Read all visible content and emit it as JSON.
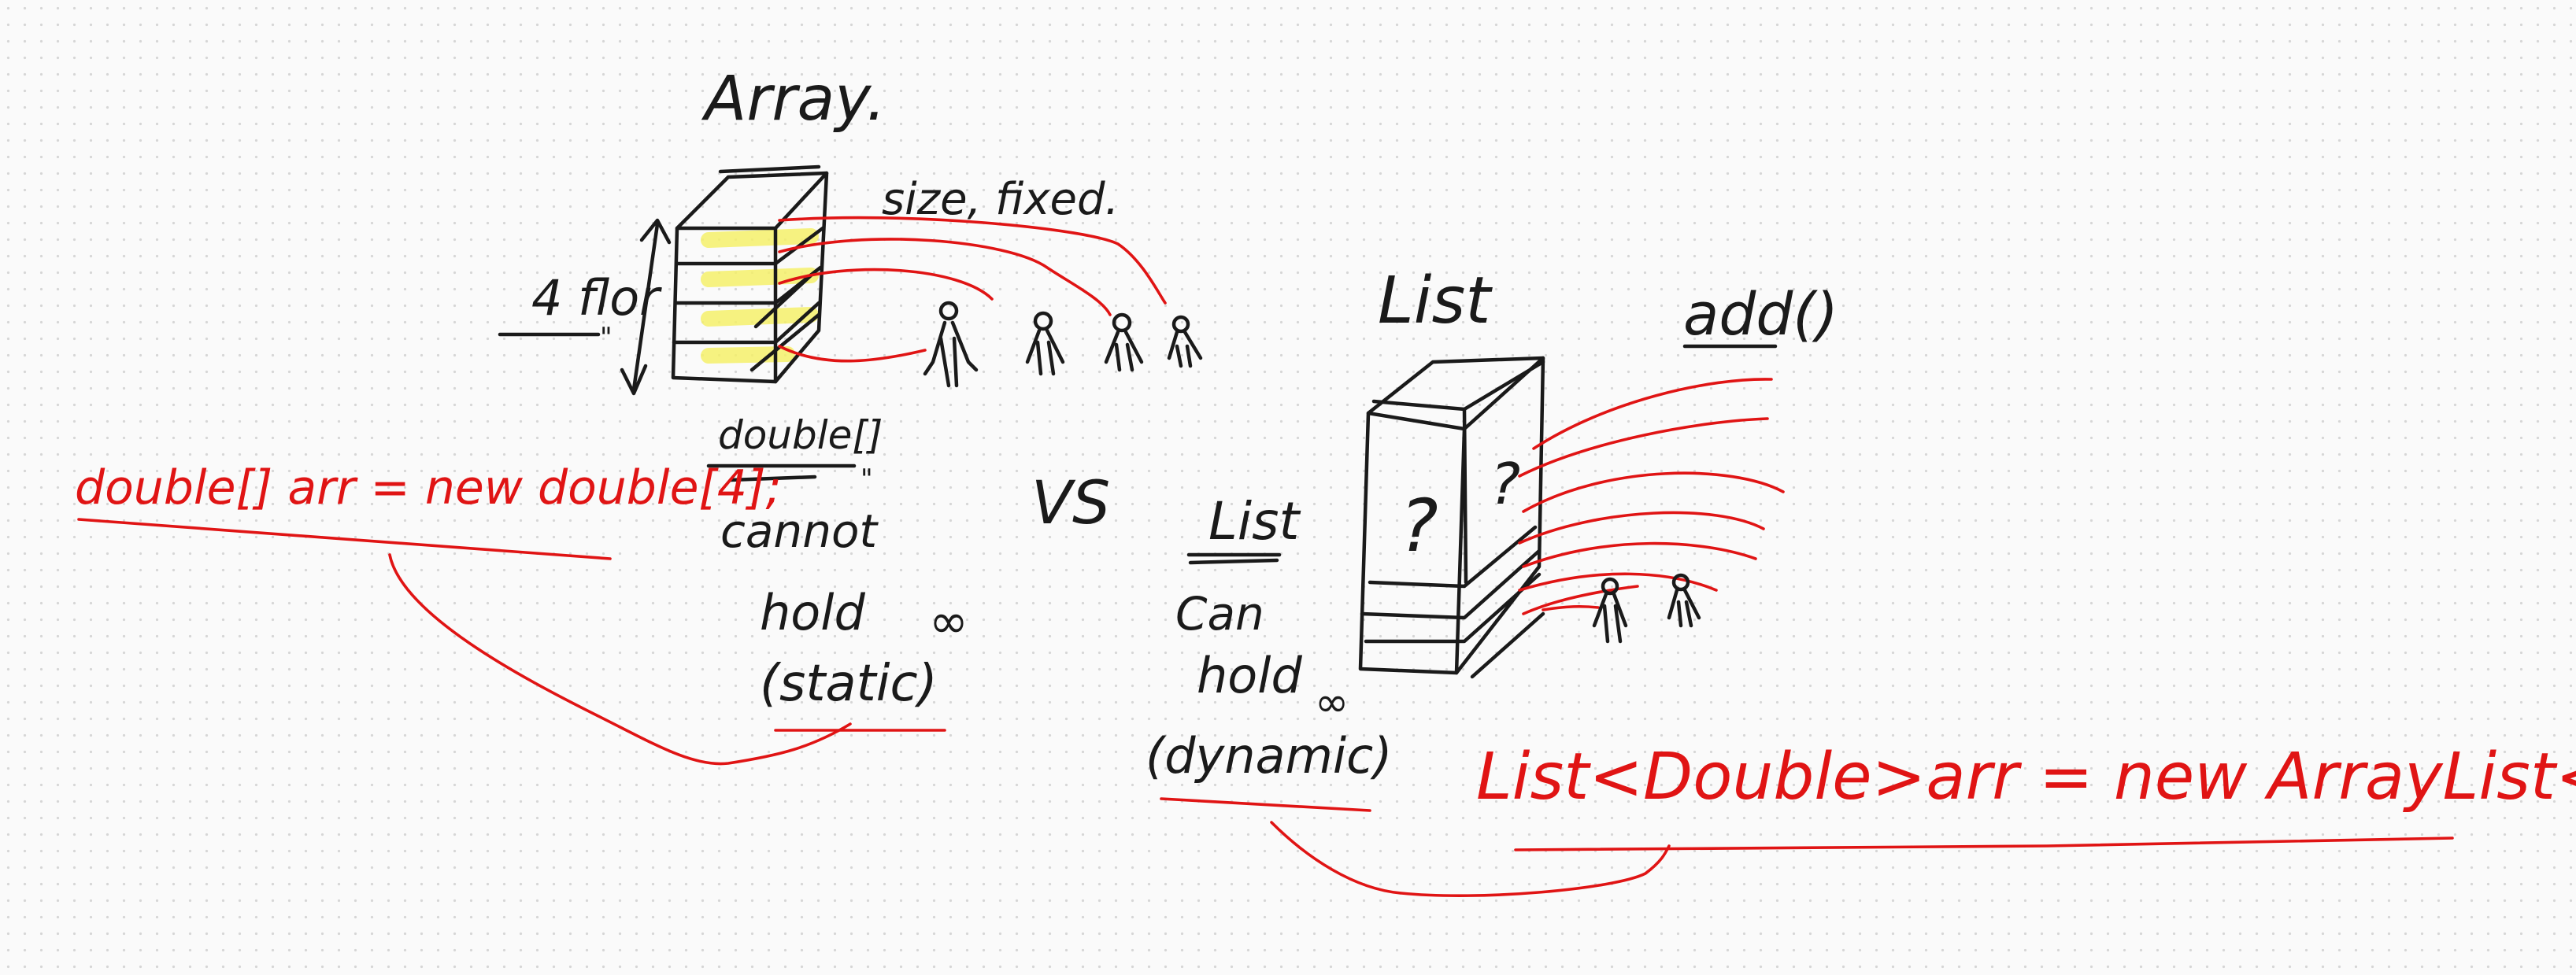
{
  "array_side": {
    "title": "Array.",
    "size_note": "size, fixed.",
    "floors": "4 flor",
    "ditto_mark_1": "\"",
    "type": "double[]",
    "ditto_mark_2": "\"",
    "cannot": "cannot",
    "hold": "hold",
    "infinity": "∞",
    "kind": "(static)",
    "code": "double[] arr = new double[4];"
  },
  "vs": "VS",
  "list_side": {
    "title": "List",
    "add_method": "add()",
    "type": "List",
    "can": "Can",
    "hold": "hold",
    "infinity": "∞",
    "kind": "(dynamic)",
    "code": "List<Double>arr = new ArrayList<>();",
    "box_marks": [
      "?",
      "?"
    ]
  },
  "colors": {
    "ink": "#1a1a1a",
    "red": "#e01414",
    "highlight": "#f4f06a",
    "background": "#fafafa"
  }
}
